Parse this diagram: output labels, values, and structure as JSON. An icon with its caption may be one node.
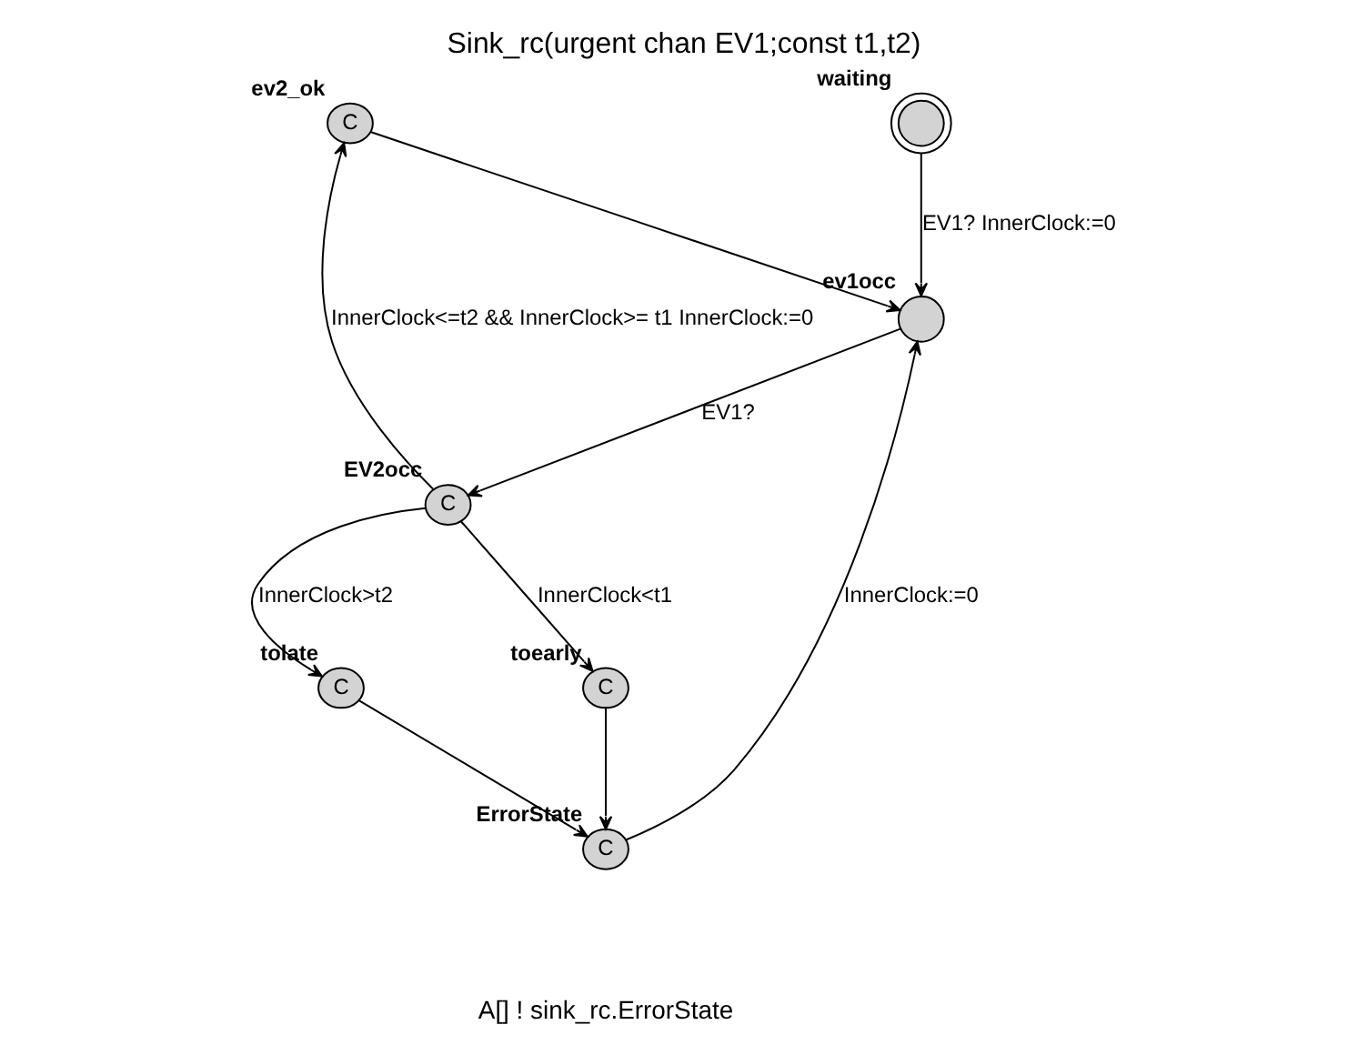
{
  "diagram": {
    "title": "Sink_rc(urgent chan EV1;const t1,t2)",
    "nodes": [
      {
        "text": [
          "C"
        ],
        "beside": [
          "ev2_ok"
        ]
      },
      {
        "text": [
          "C"
        ],
        "beside": [
          "EV2occ"
        ]
      },
      {
        "text": [],
        "shape": "circle",
        "beside": [
          "ev1occ"
        ]
      },
      {
        "text": [
          "C"
        ],
        "beside": [
          "toearly"
        ]
      },
      {
        "text": [
          "C"
        ],
        "beside": [
          "tolate"
        ]
      },
      {
        "text": [],
        "shape": "circle",
        "beside": [
          "waiting"
        ]
      },
      {
        "text": [
          "C"
        ],
        "beside": [
          "ErrorState"
        ]
      }
    ],
    "edges": [
      {
        "from": 1,
        "to": 0,
        "arrow": "to",
        "label": "InnerClock<=t2 && InnerClock>= t1 InnerClock:=0"
      },
      {
        "from": 0,
        "to": 2,
        "arrow": "to"
      },
      {
        "from": 2,
        "to": 1,
        "arrow": "to",
        "label": "EV1?"
      },
      {
        "from": 1,
        "to": 3,
        "arrow": "to",
        "label": "InnerClock<t1"
      },
      {
        "from": 1,
        "to": 4,
        "arrow": "to",
        "label": "InnerClock>t2"
      },
      {
        "from": 6,
        "to": 2,
        "arrow": "to",
        "label": "InnerClock:=0"
      },
      {
        "from": 5,
        "to": 2,
        "arrow": "to",
        "label": "EV1? InnerClock:=0"
      },
      {
        "from": 3,
        "to": 6,
        "arrow": "to"
      },
      {
        "from": 4,
        "to": 6,
        "arrow": "to"
      }
    ],
    "labels": [
      "A[] ! sink_rc.ErrorState"
    ]
  }
}
